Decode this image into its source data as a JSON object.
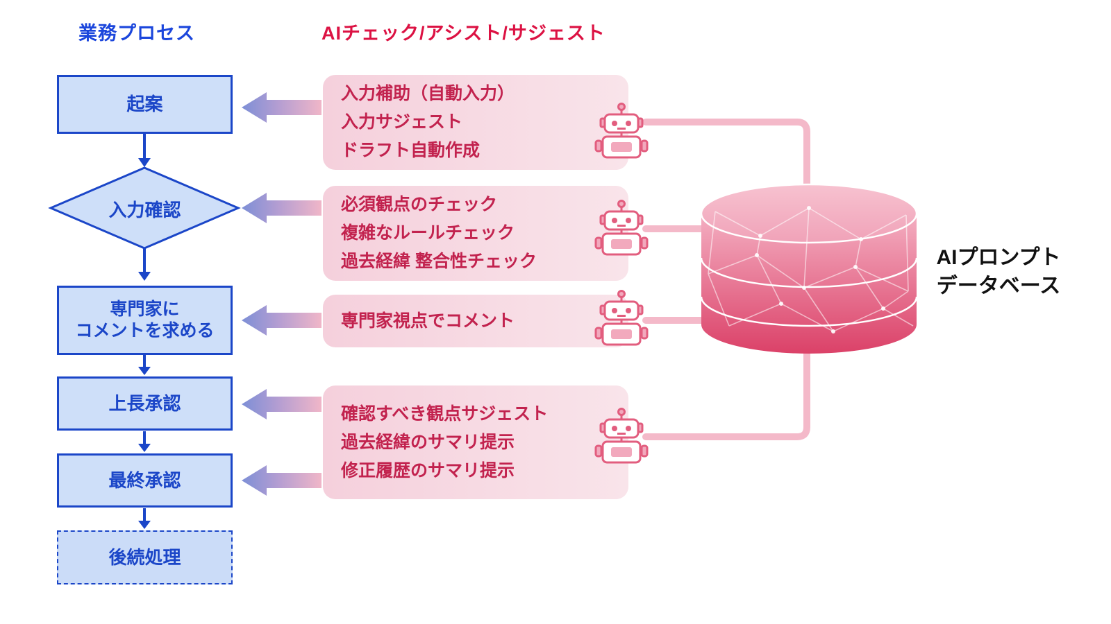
{
  "headers": {
    "process": "業務プロセス",
    "ai": "AIチェック/アシスト/サジェスト"
  },
  "process_steps": [
    {
      "label": "起案"
    },
    {
      "label": "入力確認"
    },
    {
      "label": "専門家に\nコメントを求める"
    },
    {
      "label": "上長承認"
    },
    {
      "label": "最終承認"
    },
    {
      "label": "後続処理"
    }
  ],
  "ai_boxes": [
    {
      "lines": [
        "入力補助（自動入力）",
        "入力サジェスト",
        "ドラフト自動作成"
      ]
    },
    {
      "lines": [
        "必須観点のチェック",
        "複雑なルールチェック",
        "過去経緯 整合性チェック"
      ]
    },
    {
      "lines": [
        "専門家視点でコメント"
      ]
    },
    {
      "lines": [
        "確認すべき観点サジェスト",
        "過去経緯のサマリ提示",
        "修正履歴のサマリ提示"
      ]
    }
  ],
  "database": {
    "label": "AIプロンプト\nデータベース"
  },
  "colors": {
    "process_blue": "#1B46C8",
    "process_fill": "#CEDFF9",
    "ai_header_red": "#DC1243",
    "ai_text": "#C2224E",
    "connector_pink": "#F4B9C9",
    "db_gradient_top": "#F4AFC2",
    "db_gradient_bottom": "#DB4168"
  }
}
